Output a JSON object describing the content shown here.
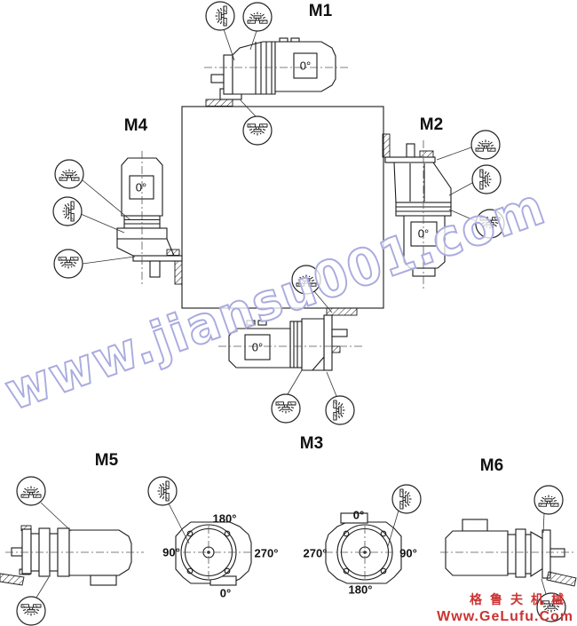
{
  "diagram": {
    "positions": [
      {
        "id": "M1",
        "label": "M1",
        "terminal_angle": "0°"
      },
      {
        "id": "M2",
        "label": "M2",
        "terminal_angle": "0°"
      },
      {
        "id": "M3",
        "label": "M3",
        "terminal_angle": "0°"
      },
      {
        "id": "M4",
        "label": "M4",
        "terminal_angle": "0°"
      },
      {
        "id": "M5",
        "label": "M5"
      },
      {
        "id": "M6",
        "label": "M6"
      }
    ],
    "front_views": {
      "m5": {
        "top": "180°",
        "left": "90°",
        "right": "270°",
        "bottom": "0°"
      },
      "m6": {
        "top": "0°",
        "left": "270°",
        "right": "90°",
        "bottom": "180°"
      }
    },
    "icons": {
      "vent": "vent-plug-icon",
      "drain": "drain-plug-icon",
      "side": "side-plug-icon"
    },
    "colors": {
      "line": "#1a1a1a",
      "watermark": "#a9abdf",
      "brand_red": "#cc3333"
    }
  },
  "watermark": {
    "text": "www.jiansu001.com"
  },
  "brand": {
    "line1": "格鲁夫机械",
    "line2": "Www.GeLufu.Com"
  }
}
